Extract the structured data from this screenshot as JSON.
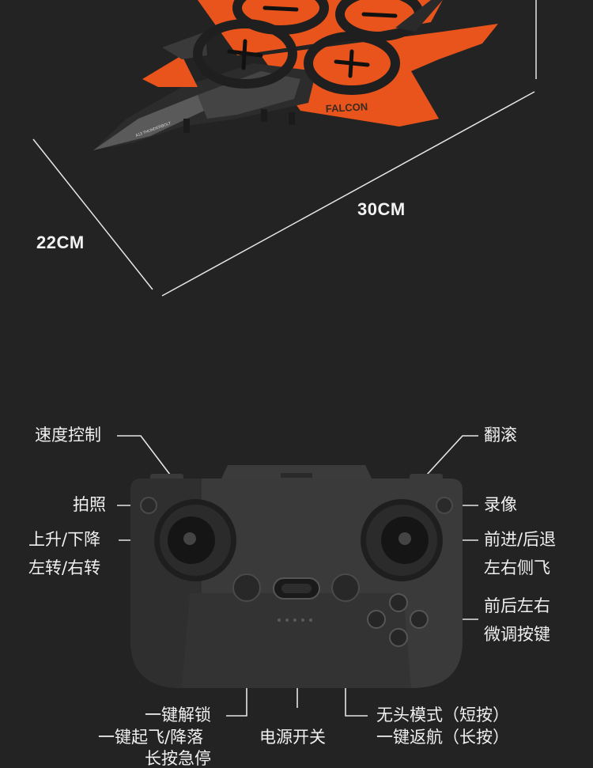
{
  "dimensions": {
    "length": "30CM",
    "width": "22CM"
  },
  "drone": {
    "brand_text": "FALCON",
    "model_text": "A13 THUNDERBOLT",
    "accent_color": "#e8541c"
  },
  "controller_labels": {
    "speed_control": "速度控制",
    "roll": "翻滚",
    "photo": "拍照",
    "video": "录像",
    "up_down": "上升/下降",
    "turn_left_right": "左转/右转",
    "forward_back": "前进/后退",
    "side_fly": "左右侧飞",
    "trim_line1": "前后左右",
    "trim_line2": "微调按键",
    "unlock": "一键解锁",
    "takeoff_land": "一键起飞/降落",
    "emergency_stop": "长按急停",
    "power_switch": "电源开关",
    "headless": "无头模式（短按）",
    "return_home": "一键返航（长按）"
  }
}
